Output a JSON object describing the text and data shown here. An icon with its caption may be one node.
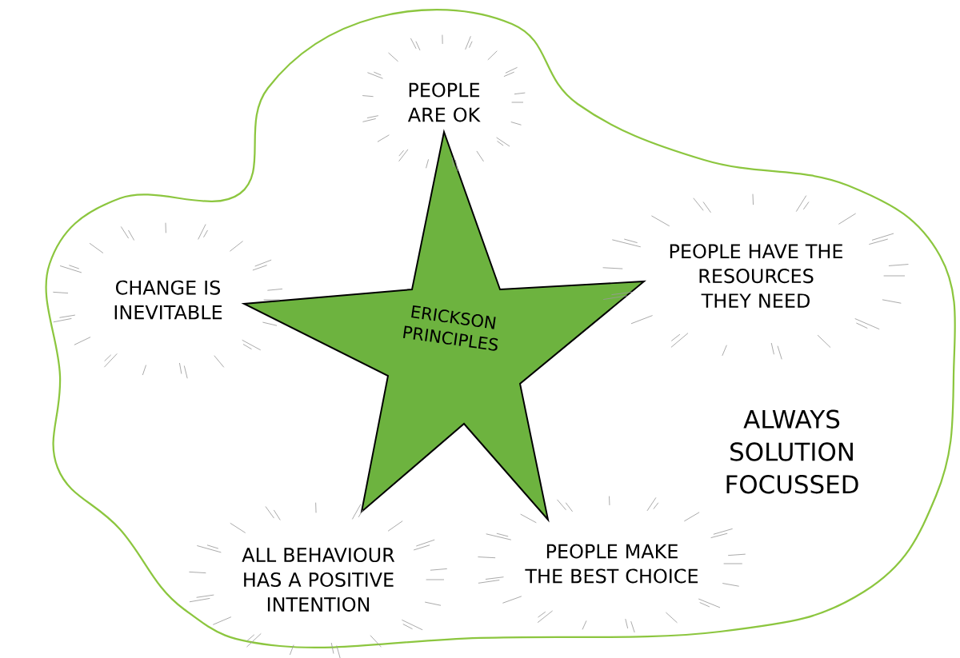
{
  "diagram": {
    "nodes": [
      {
        "text": [],
        "shape": "cloud"
      },
      {
        "text": [
          "ERICKSON PRINCIPLES"
        ],
        "in": 0
      }
    ],
    "labels": [
      "PEOPLE ARE OK",
      "CHANGE IS INEVITABLE",
      "PEOPLE HAVE THE RESOURCES THEY NEED",
      "ALWAYS SOLUTION FOCUSSED",
      "ALL BEHAVIOUR HAS A POSITIVE INTENTION",
      "PEOPLE MAKE THE BEST CHOICE"
    ]
  }
}
